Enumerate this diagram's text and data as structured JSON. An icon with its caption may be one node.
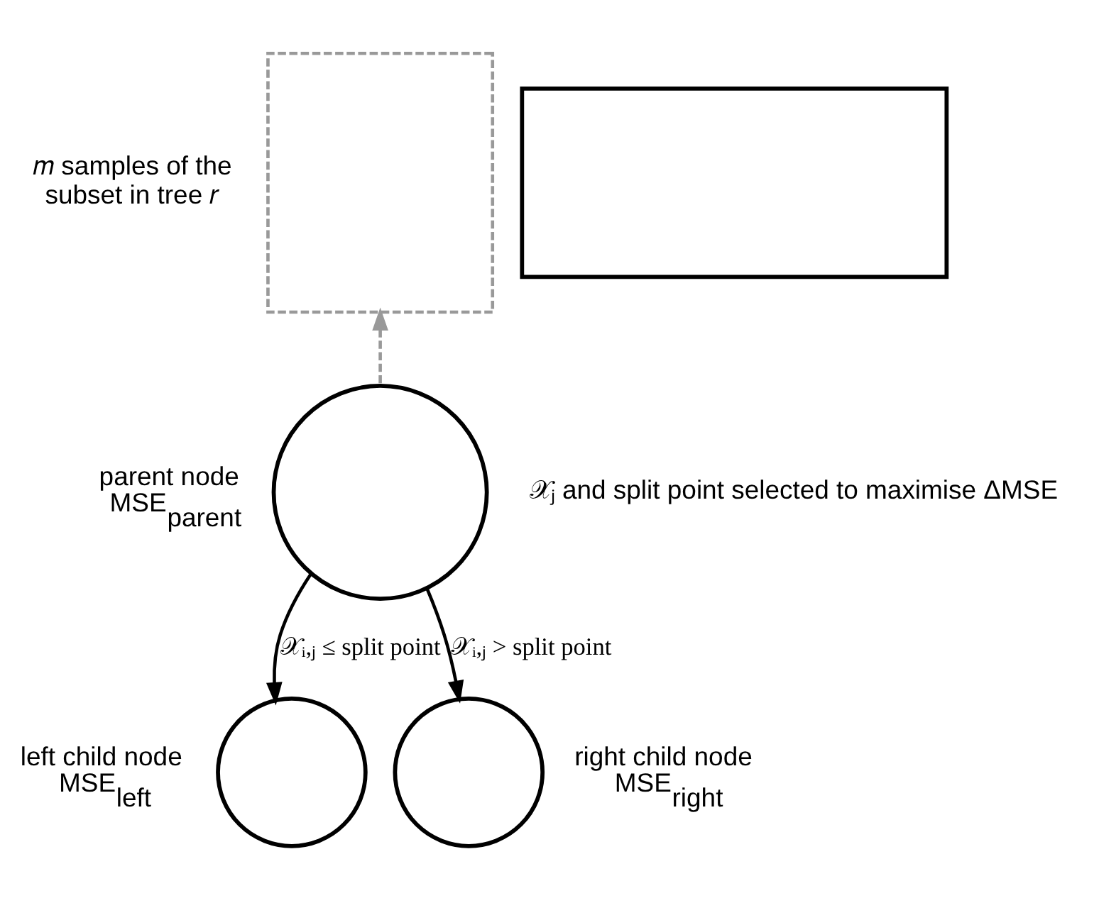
{
  "diagram": {
    "nodes": [
      {
        "text": [],
        "shape": "box"
      },
      {
        "text": [],
        "shape": "box",
        "beside": [
          "𝑚 samples of the subset in tree 𝑟"
        ]
      },
      {
        "text": [],
        "shape": "circle",
        "beside": [
          "parent node",
          "MSE$_{parent}$"
        ]
      },
      {
        "text": [],
        "shape": "circle",
        "beside": [
          "left child node",
          "MSE$_{left}$"
        ]
      },
      {
        "text": [],
        "shape": "circle",
        "beside": [
          "right child node",
          "MSE$_{right}$"
        ]
      }
    ],
    "edges": [
      {
        "from": 2,
        "to": 1,
        "arrow": "to",
        "style": "dashed",
        "color": "#999999"
      },
      {
        "from": 2,
        "to": 3,
        "arrow": "to",
        "label": "𝒳ᵢ,ⱼ ≤ split point"
      },
      {
        "from": 2,
        "to": 4,
        "arrow": "to",
        "label": "𝒳ᵢ,ⱼ > split point"
      }
    ],
    "labels": [
      "𝒳ⱼ and split point selected to maximise ΔMSE"
    ]
  }
}
